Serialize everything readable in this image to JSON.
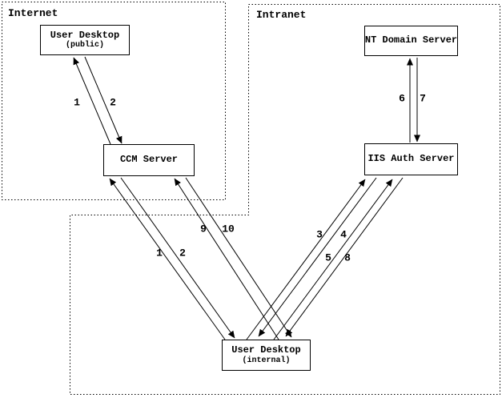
{
  "regions": {
    "internet": {
      "label": "Internet"
    },
    "intranet": {
      "label": "Intranet"
    }
  },
  "nodes": {
    "user_desktop_public": {
      "title": "User Desktop",
      "subtitle": "(public)"
    },
    "ccm_server": {
      "title": "CCM Server"
    },
    "nt_domain_server": {
      "title": "NT Domain Server"
    },
    "iis_auth_server": {
      "title": "IIS Auth Server"
    },
    "user_desktop_internal": {
      "title": "User Desktop",
      "subtitle": "(internal)"
    }
  },
  "edges": [
    {
      "label": "1",
      "from": "CCM Server",
      "to": "User Desktop (public)"
    },
    {
      "label": "2",
      "from": "User Desktop (public)",
      "to": "CCM Server"
    },
    {
      "label": "1",
      "from": "User Desktop (internal)",
      "to": "CCM Server"
    },
    {
      "label": "2",
      "from": "CCM Server",
      "to": "User Desktop (internal)"
    },
    {
      "label": "9",
      "from": "User Desktop (internal)",
      "to": "CCM Server"
    },
    {
      "label": "10",
      "from": "CCM Server",
      "to": "User Desktop (internal)"
    },
    {
      "label": "6",
      "from": "IIS Auth Server",
      "to": "NT Domain Server"
    },
    {
      "label": "7",
      "from": "NT Domain Server",
      "to": "IIS Auth Server"
    },
    {
      "label": "3",
      "from": "User Desktop (internal)",
      "to": "IIS Auth Server"
    },
    {
      "label": "4",
      "from": "IIS Auth Server",
      "to": "User Desktop (internal)"
    },
    {
      "label": "5",
      "from": "User Desktop (internal)",
      "to": "IIS Auth Server"
    },
    {
      "label": "8",
      "from": "IIS Auth Server",
      "to": "User Desktop (internal)"
    }
  ],
  "colors": {
    "foreground": "#000000",
    "background": "#ffffff"
  }
}
